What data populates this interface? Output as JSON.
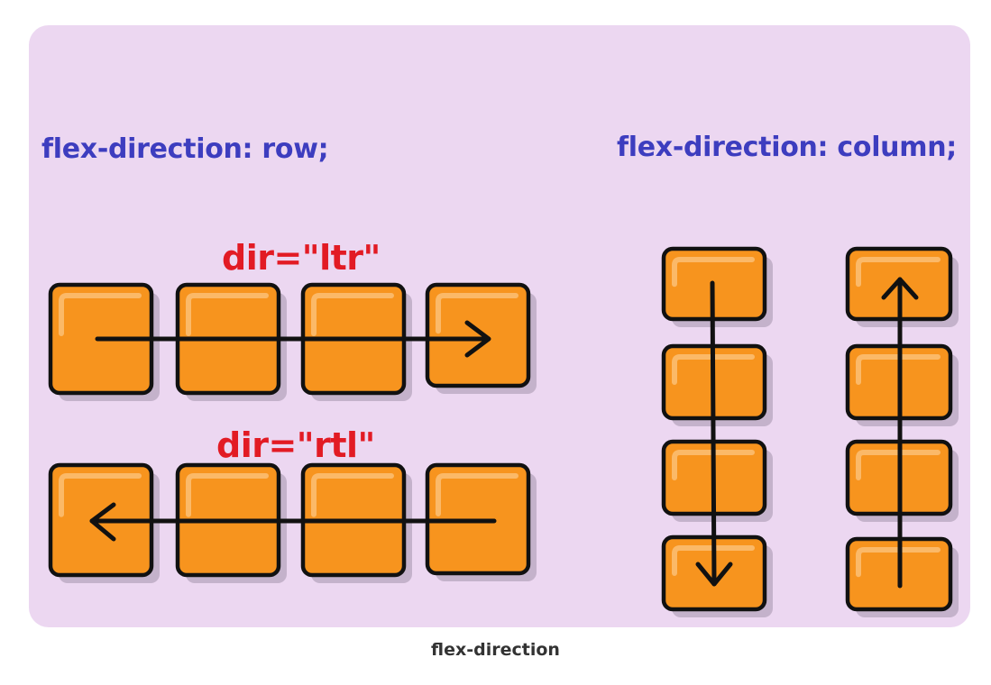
{
  "panel": {
    "background": "#ecd7f1",
    "box_fill": "#f7941e",
    "box_stroke": "#111111",
    "box_shadow": "#b7a6bd",
    "heading_color": "#3d3dbf",
    "label_color": "#e21b24",
    "row_heading": "flex-direction: row;",
    "column_heading": "flex-direction: column;",
    "ltr_label": "dir=\"ltr\"",
    "rtl_label": "dir=\"rtl\""
  },
  "caption": {
    "text": "flex-direction",
    "color": "#333333"
  },
  "icons": [
    "arrow-right-icon",
    "arrow-left-icon",
    "arrow-down-icon",
    "arrow-up-icon"
  ]
}
